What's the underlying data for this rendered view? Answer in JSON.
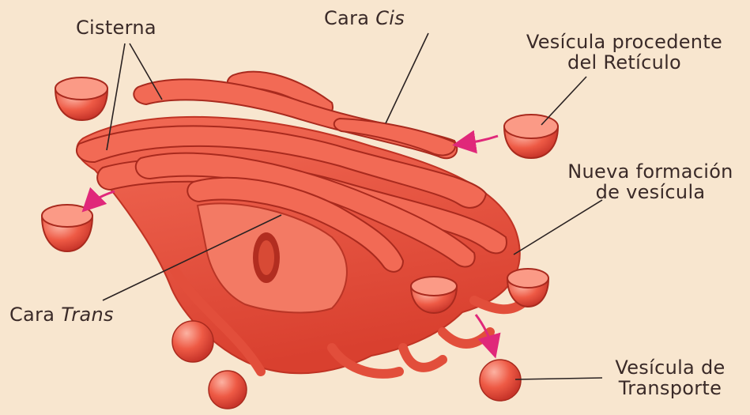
{
  "labels": {
    "cisterna": "Cisterna",
    "cara_cis_word": "Cara",
    "cara_cis_italic": "Cis",
    "vesicula_reticulo_line1": "Vesícula procedente",
    "vesicula_reticulo_line2": "del Retículo",
    "nueva_formacion_line1": "Nueva formación",
    "nueva_formacion_line2": "de vesícula",
    "cara_trans_word": "Cara",
    "cara_trans_italic": "Trans",
    "vesicula_transporte_line1": "Vesícula de",
    "vesicula_transporte_line2": "Transporte"
  },
  "colors": {
    "background": "#f8e6cf",
    "organelle": "#ee5a45",
    "organelle_dark": "#c8352a",
    "organelle_light": "#fb9a86",
    "arrow": "#e0287a",
    "leader_line": "#2a2222"
  }
}
